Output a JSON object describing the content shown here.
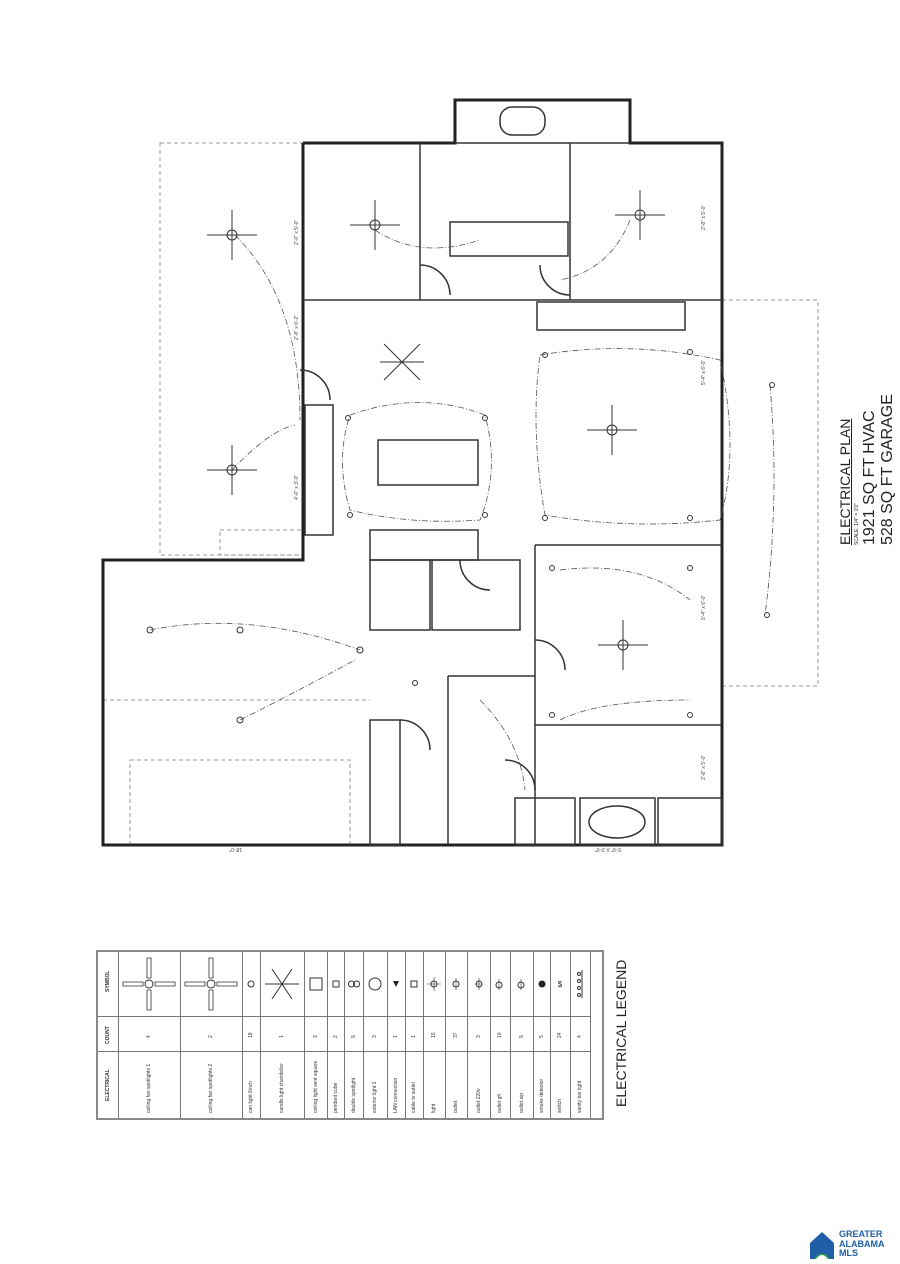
{
  "title_block": {
    "title": "ELECTRICAL PLAN",
    "scale": "SCALE: 1/4\" = 1'0\"",
    "hvac": "1921 SQ FT HVAC",
    "garage": "528 SQ FT GARAGE"
  },
  "plan_labels": {
    "garage_width": "18'-0\"",
    "window_bath": "5'-0\" X 3'-0\"",
    "window_left_1": "2'-0\" x 5'-0\"",
    "window_left_2": "2'-8\" x 6'-2\"",
    "window_left_3": "4'-0\" x 3'-0\"",
    "window_right_1": "2'-8\" x 5'-0\"",
    "window_right_2": "5'-4\" x 6'-0\"",
    "window_right_3": "5'-4\" x 6'-0\"",
    "window_right_4": "2'-8\" x 5'-0\""
  },
  "legend": {
    "title": "ELECTRICAL LEGEND",
    "headers": {
      "symbol": "SYMBOL",
      "count": "COUNT",
      "electrical": "ELECTRICAL"
    },
    "items": [
      {
        "name": "ceiling fan spotlights 1",
        "count": "4",
        "icon": "ceiling-fan-icon"
      },
      {
        "name": "ceiling fan spotlights 2",
        "count": "2",
        "icon": "ceiling-fan-icon"
      },
      {
        "name": "can light 6inch",
        "count": "19",
        "icon": "can-light-icon"
      },
      {
        "name": "candle light chandelier",
        "count": "1",
        "icon": "chandelier-icon"
      },
      {
        "name": "ceiling light vent square",
        "count": "3",
        "icon": "vent-square-icon"
      },
      {
        "name": "pendant cube",
        "count": "2",
        "icon": "pendant-cube-icon"
      },
      {
        "name": "double spotlight",
        "count": "5",
        "icon": "double-spotlight-icon"
      },
      {
        "name": "exterior light 1",
        "count": "3",
        "icon": "exterior-light-icon"
      },
      {
        "name": "LAN connection",
        "count": "1",
        "icon": "lan-icon"
      },
      {
        "name": "cable tv outlet",
        "count": "1",
        "icon": "tv-outlet-icon"
      },
      {
        "name": "light",
        "count": "15",
        "icon": "light-icon"
      },
      {
        "name": "outlet",
        "count": "37",
        "icon": "outlet-icon"
      },
      {
        "name": "outlet 220v",
        "count": "3",
        "icon": "outlet-220v-icon"
      },
      {
        "name": "outlet gfi",
        "count": "10",
        "icon": "outlet-gfi-icon"
      },
      {
        "name": "outlet wp",
        "count": "5",
        "icon": "outlet-wp-icon"
      },
      {
        "name": "smoke detector",
        "count": "5",
        "icon": "smoke-detector-icon"
      },
      {
        "name": "switch",
        "count": "24",
        "icon": "switch-icon"
      },
      {
        "name": "vanity bar light",
        "count": "4",
        "icon": "vanity-bar-icon"
      }
    ]
  },
  "logo": {
    "text": "GREATER ALABAMA MLS",
    "line1": "GREATER",
    "line2": "ALABAMA",
    "line3": "MLS",
    "color": "#1f5fa8",
    "accent": "#2e9e3f"
  }
}
